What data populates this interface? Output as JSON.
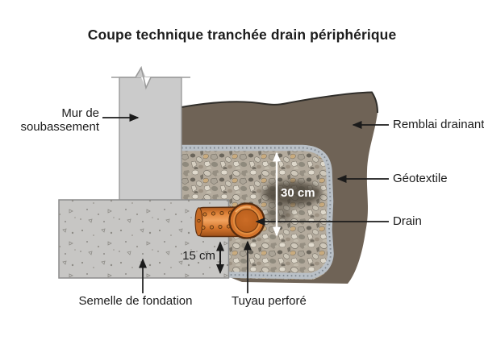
{
  "title": "Coupe technique tranchée drain périphérique",
  "labels": {
    "wall": "Mur de soubassement",
    "backfill": "Remblai drainant",
    "geotextile": "Géotextile",
    "drain": "Drain",
    "footing": "Semelle de fondation",
    "pipe": "Tuyau perforé"
  },
  "measurements": {
    "gravel_height": "30 cm",
    "bedding_height": "15 cm"
  },
  "colors": {
    "background": "#ffffff",
    "soil_backfill": "#6f6356",
    "soil_outline": "#302e2a",
    "gravel_base": "#b4ab9d",
    "geotextile_band": "#b9c0c7",
    "geotextile_dots": "#7e868e",
    "wall_concrete": "#cbcbcb",
    "footing_concrete": "#c7c6c4",
    "concrete_outline": "#8c8c8c",
    "pipe_orange": "#d4742c",
    "pipe_outline": "#5d2f10",
    "annotation": "#1b1b1b",
    "dim30_text": "#ffffff"
  }
}
